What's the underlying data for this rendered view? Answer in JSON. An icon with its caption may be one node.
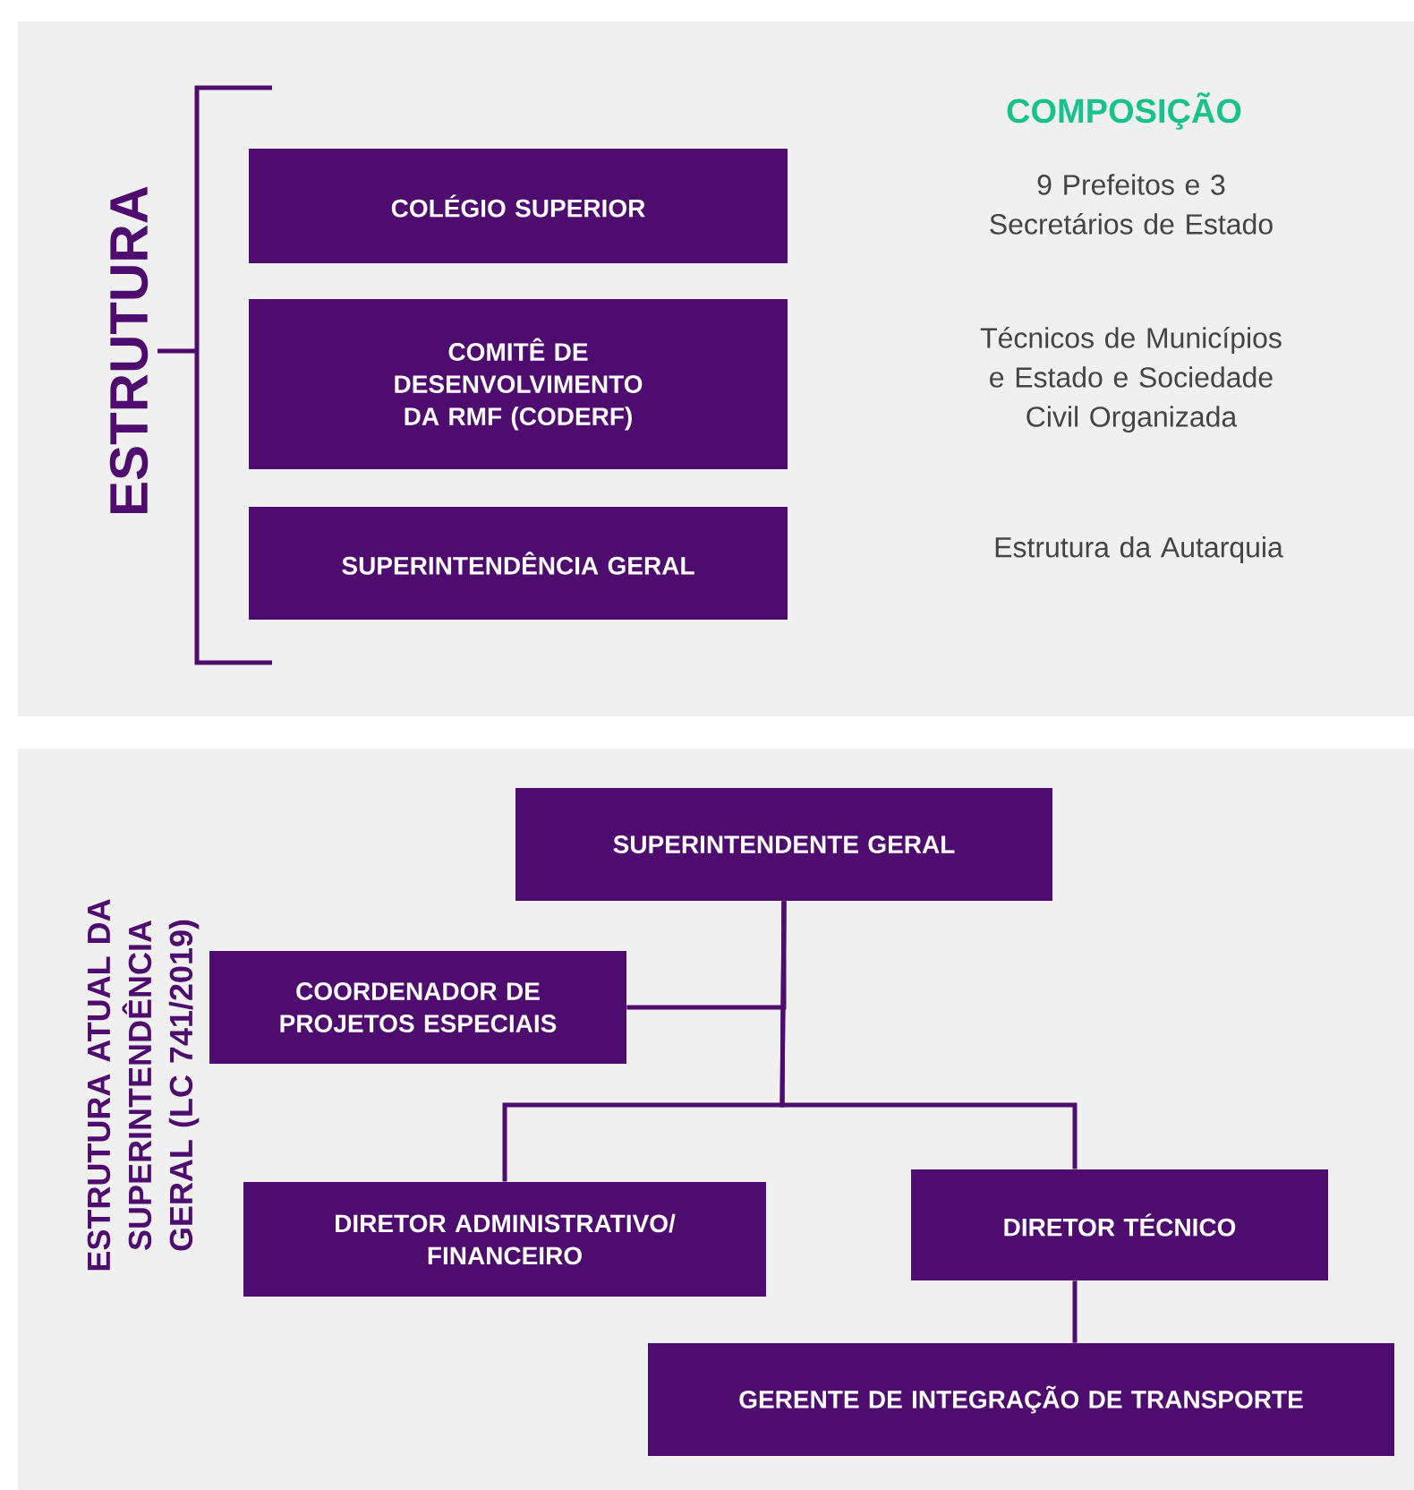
{
  "diagram": {
    "nodes": [
      {
        "text": [
          "COLÉGIO SUPERIOR"
        ]
      },
      {
        "text": [
          "COMITÊ DE DESENVOLVIMENTO DA RMF (CODERF)"
        ]
      },
      {
        "text": [
          "SUPERINTENDÊNCIA GERAL"
        ]
      },
      {
        "text": [
          "SUPERINTENDENTE GERAL"
        ]
      },
      {
        "text": [
          "COORDENADOR DE PROJETOS ESPECIAIS"
        ]
      },
      {
        "text": [
          "DIRETOR ADMINISTRATIVO/ FINANCEIRO"
        ]
      },
      {
        "text": [
          "DIRETOR TÉCNICO"
        ]
      },
      {
        "text": [
          "GERENTE DE INTEGRAÇÃO DE TRANSPORTE"
        ]
      }
    ],
    "edges": [
      {
        "from": 3,
        "to": 4,
        "arrow": "none"
      },
      {
        "from": 3,
        "to": 5,
        "arrow": "none"
      },
      {
        "from": 3,
        "to": 6,
        "arrow": "none"
      },
      {
        "from": 6,
        "to": 7,
        "arrow": "none"
      }
    ],
    "labels": [
      "ESTRUTURA",
      "COMPOSIÇÃO",
      "9 Prefeitos e 3 Secretários de Estado",
      "Técnicos de Municípios e Estado e Sociedade Civil Organizada",
      "Estrutura da Autarquia",
      "ESTRUTURA  ATUAL DA SUPERINTENDÊNCIA GERAL (LC 741/2019)"
    ]
  }
}
